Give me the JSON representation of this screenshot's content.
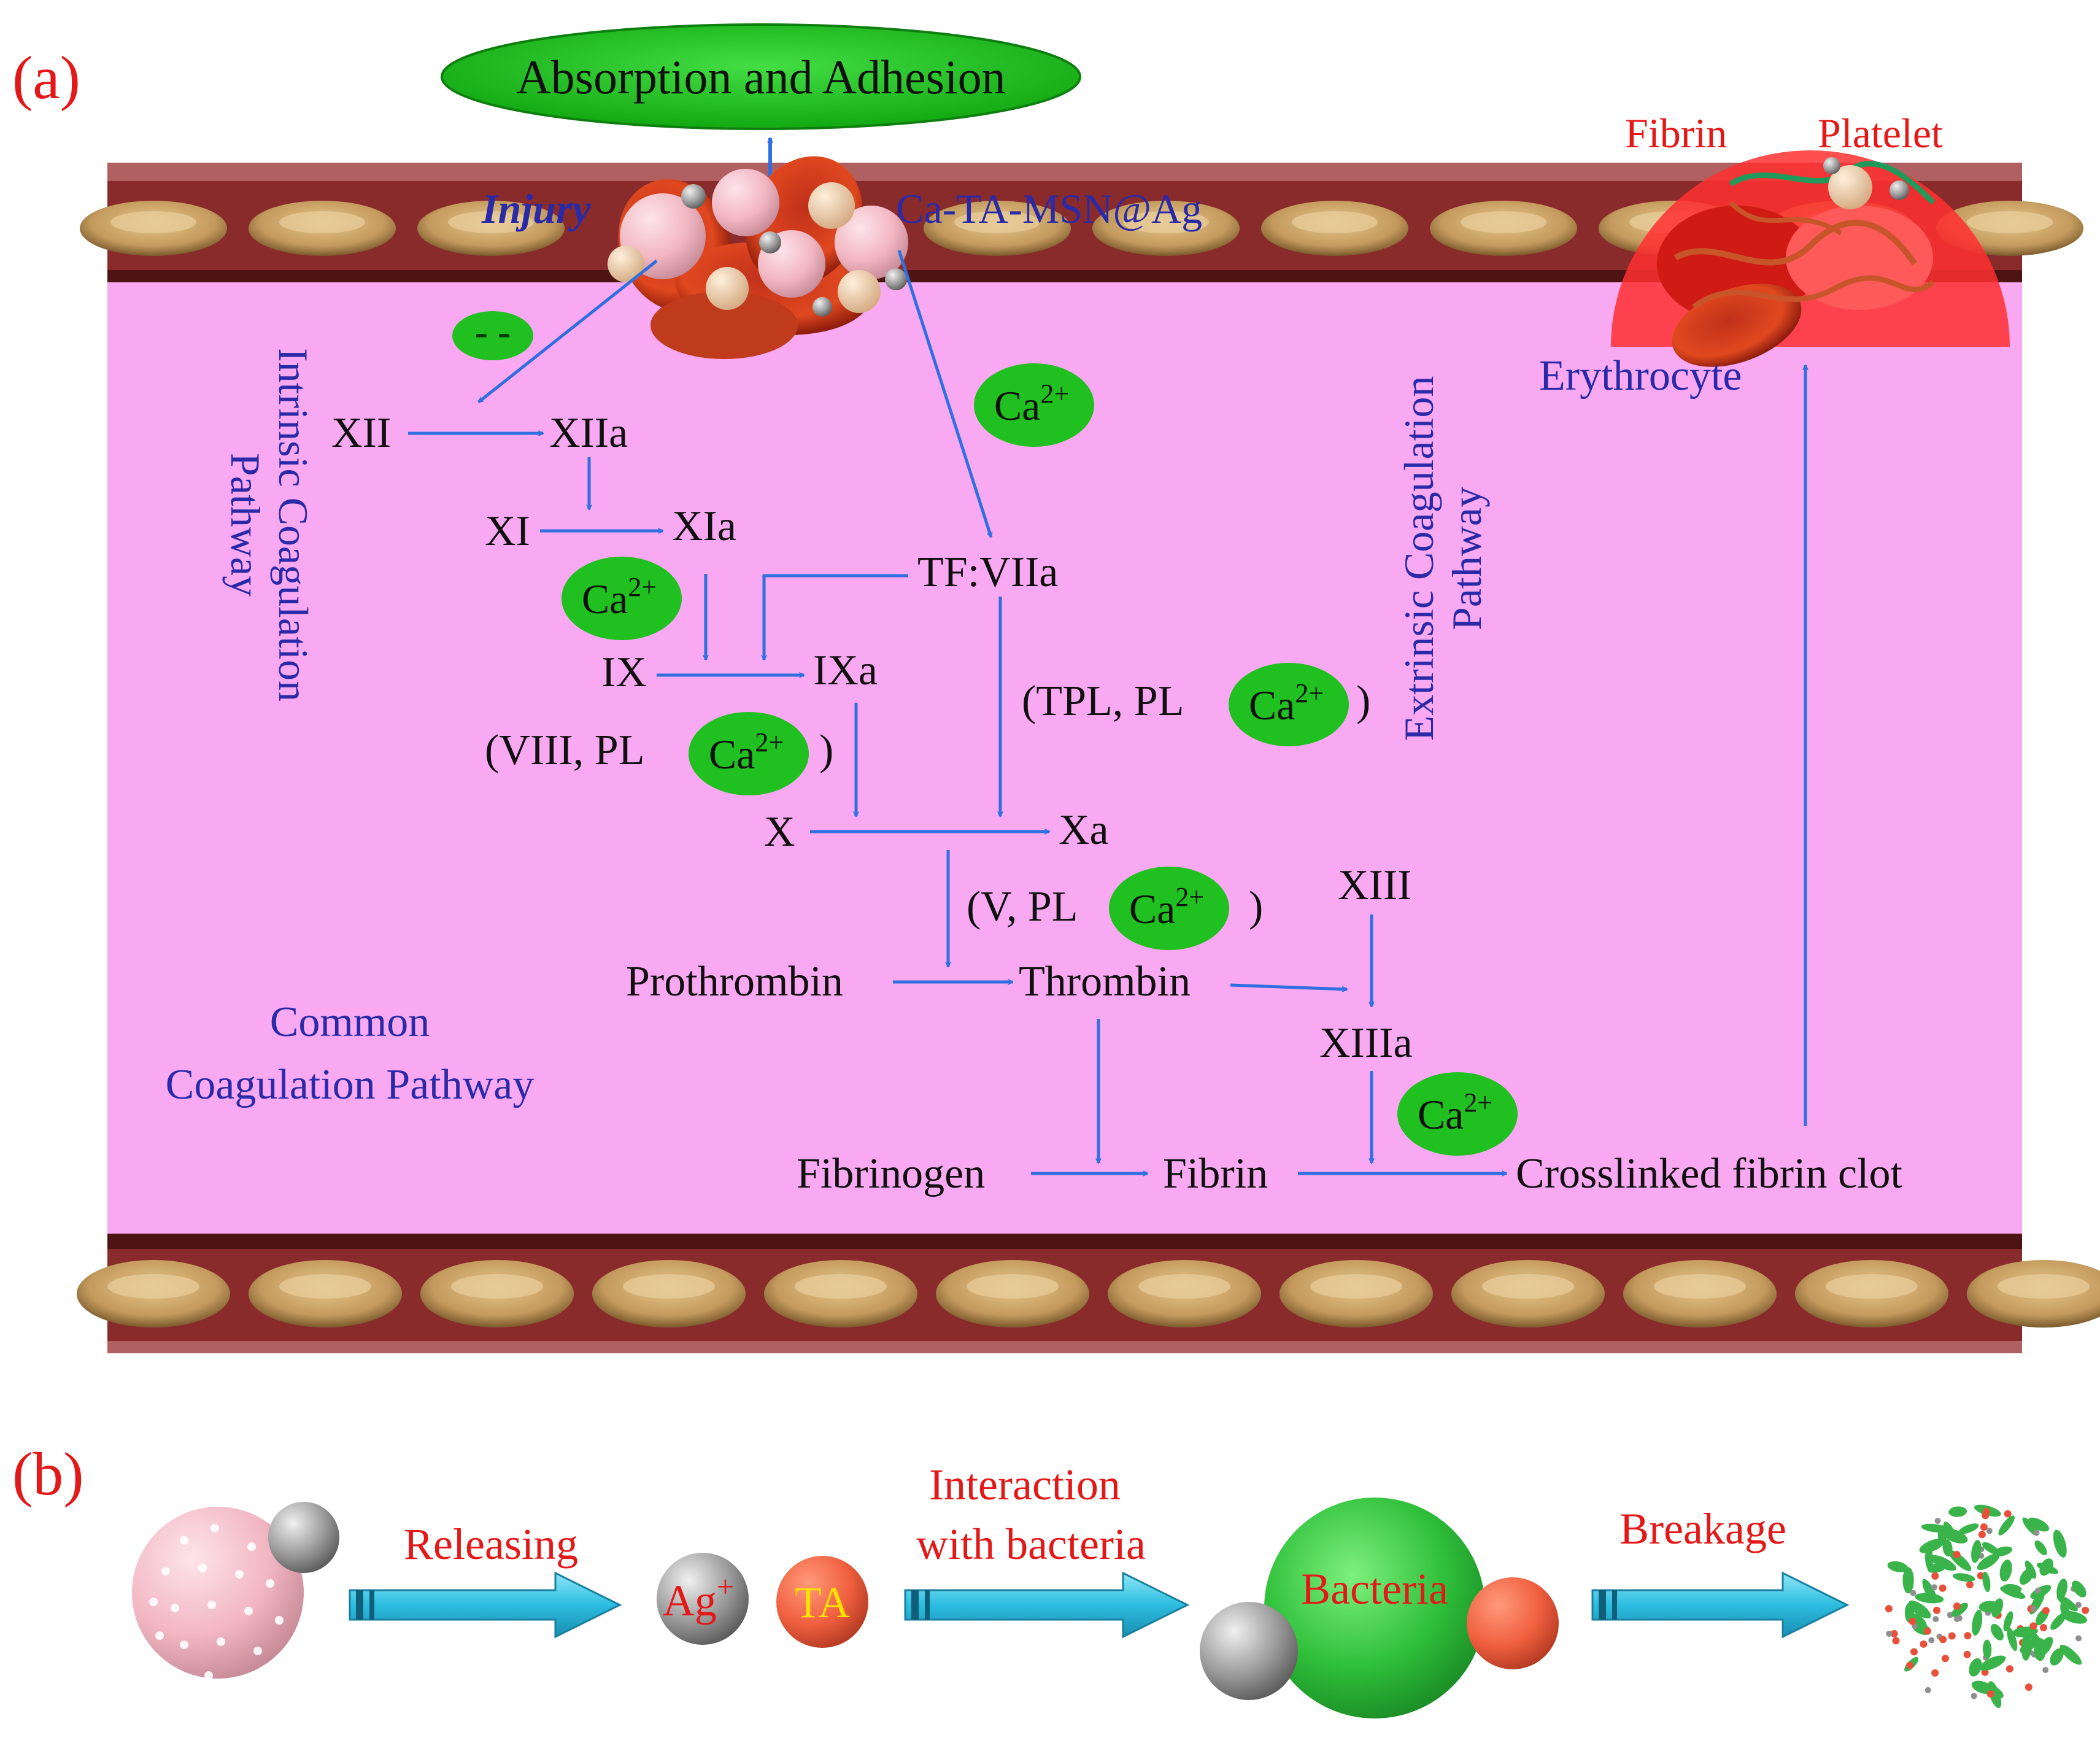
{
  "panel_a": {
    "label": "(a)",
    "top_ellipse": "Absorption and Adhesion",
    "injury": "Injury",
    "material": "Ca-TA-MSN@Ag",
    "fibrin_label": "Fibrin",
    "platelet_label": "Platelet",
    "erythrocyte": "Erythrocyte",
    "intrinsic_line1": "Intrinsic Coagulation",
    "intrinsic_line2": "Pathway",
    "extrinsic_line1": "Extrinsic Coagulation",
    "extrinsic_line2": "Pathway",
    "common_line1": "Common",
    "common_line2": "Coagulation Pathway",
    "charge_symbol": "- -",
    "nodes": {
      "XII": "XII",
      "XIIa": "XIIa",
      "XI": "XI",
      "XIa": "XIa",
      "IX": "IX",
      "IXa": "IXa",
      "TF_VIIa": "TF:VIIa",
      "X": "X",
      "Xa": "Xa",
      "XIII": "XIII",
      "XIIIa": "XIIIa",
      "Prothrombin": "Prothrombin",
      "Thrombin": "Thrombin",
      "Fibrinogen": "Fibrinogen",
      "Fibrin": "Fibrin",
      "Crosslinked": "Crosslinked fibrin clot"
    },
    "cofactors": {
      "VIII_open": "(VIII, PL",
      "TPL_open": "(TPL, PL",
      "V_open": "(V, PL",
      "close": ")"
    },
    "calcium": {
      "base": "Ca",
      "sup": "2+"
    }
  },
  "panel_b": {
    "label": "(b)",
    "releasing": "Releasing",
    "interaction_line1": "Interaction",
    "interaction_line2": "with bacteria",
    "breakage": "Breakage",
    "ag_base": "Ag",
    "ag_sup": "+",
    "ta": "TA",
    "bacteria": "Bacteria"
  },
  "colors": {
    "pink_bg": "#f9a9f1",
    "vessel_wall": "#8a2b2b",
    "cell": "#c9a064",
    "arrow_blue": "#2f6fe0",
    "label_blue": "#2a2aa8",
    "label_red": "#e41818",
    "green": "#1fc01f",
    "cyan_arrow": "#2bbde0"
  }
}
